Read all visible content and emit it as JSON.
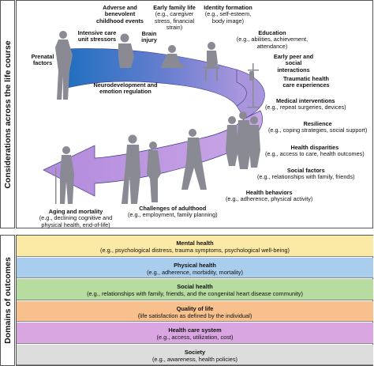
{
  "sidebar": {
    "top_label": "Considerations across the life course",
    "bottom_label": "Domains of outcomes"
  },
  "life_course": {
    "prenatal": {
      "title": "Prenatal factors"
    },
    "icu": {
      "title": "Intensive care unit stressors"
    },
    "adverse": {
      "title": "Adverse and benevolent childhood events"
    },
    "brain": {
      "title": "Brain injury"
    },
    "family": {
      "title": "Early family life",
      "detail": "(e.g., caregiver stress, financial strain)"
    },
    "identity": {
      "title": "Identity formation",
      "detail": "(e.g., self-esteem, body image)"
    },
    "education": {
      "title": "Education",
      "detail": "(e.g., abilities, achievement, attendance)"
    },
    "peer": {
      "title": "Early peer and social interactions"
    },
    "traumatic": {
      "title": "Traumatic health care experiences"
    },
    "neuro": {
      "title": "Neurodevelopment and emotion regulation"
    },
    "medical": {
      "title": "Medical interventions",
      "detail": "(e.g., repeat surgeries, devices)"
    },
    "resilience": {
      "title": "Resilience",
      "detail": "(e.g., coping strategies, social support)"
    },
    "disparities": {
      "title": "Health disparities",
      "detail": "(e.g., access to care, health outcomes)"
    },
    "social": {
      "title": "Social factors",
      "detail": "(e.g., relationships with family, friends)"
    },
    "behaviors": {
      "title": "Health behaviors",
      "detail": "(e.g., adherence, physical activity)"
    },
    "adulthood": {
      "title": "Challenges of adulthood",
      "detail": "(e.g., employment, family planning)"
    },
    "aging": {
      "title": "Aging and mortality",
      "detail": "(e.g., declining cognitive and physical health, end-of-life)"
    }
  },
  "outcomes": [
    {
      "title": "Mental health",
      "detail": "(e.g., psychological distress, trauma symptoms, psychological well-being)",
      "color": "#fbe9a6"
    },
    {
      "title": "Physical health",
      "detail": "(e.g., adherence, morbidity, mortality)",
      "color": "#a9cdec"
    },
    {
      "title": "Social health",
      "detail": "(e.g., relationships with family, friends, and the congenital heart disease community)",
      "color": "#b6dc9f"
    },
    {
      "title": "Quality of life",
      "detail": "(life satisfaction as defined by the individual)",
      "color": "#f7c08d"
    },
    {
      "title": "Health care system",
      "detail": "(e.g., access, utilization, cost)",
      "color": "#d9a6e2"
    },
    {
      "title": "Society",
      "detail": "(e.g., awareness, health policies)",
      "color": "#dddddd"
    }
  ]
}
